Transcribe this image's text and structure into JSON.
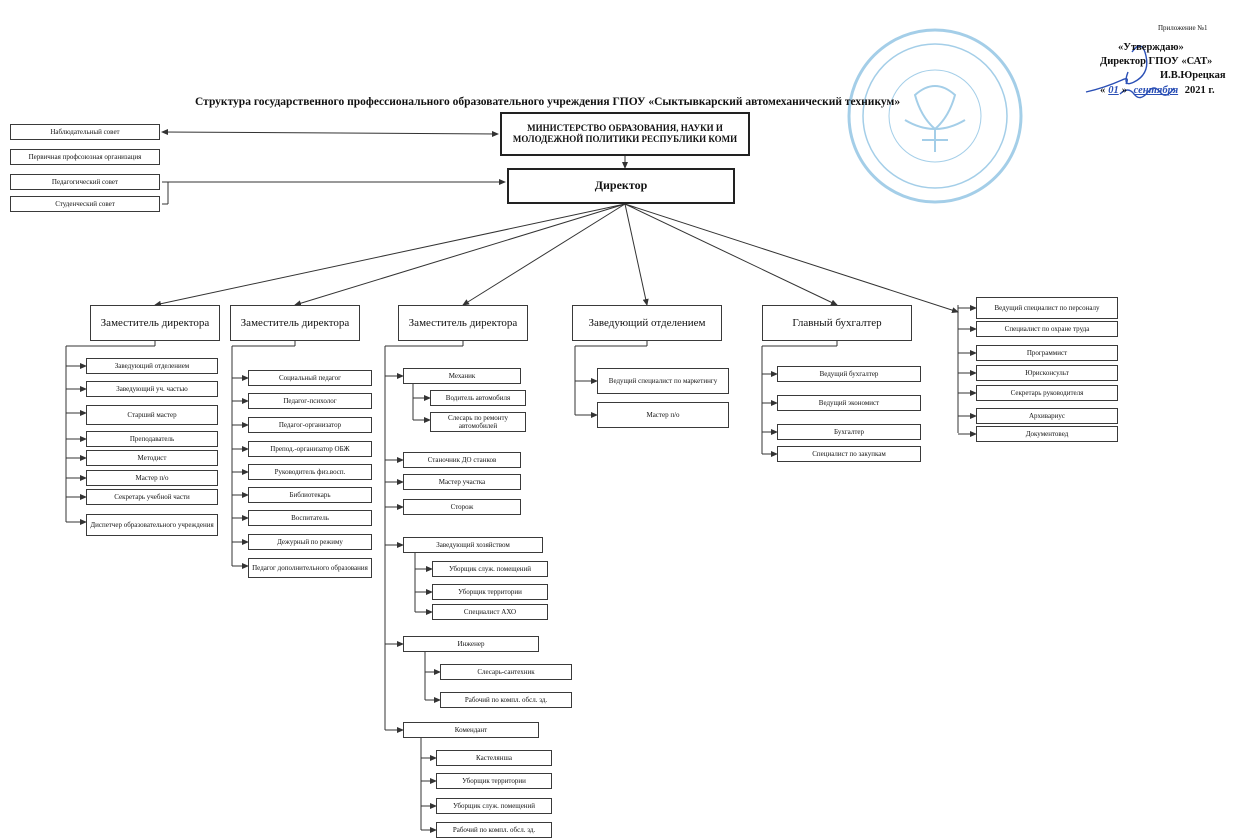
{
  "title": "Структура государственного профессионального образовательного учреждения ГПОУ «Сыктывкарский автомеханический техникум»",
  "approval": {
    "appendix": "Приложение №1",
    "approved": "«Утверждаю»",
    "position": "Директор ГПОУ «САТ»",
    "name": "И.В.Юрецкая",
    "date_quote_open": "«",
    "date_day": "01",
    "date_quote_close": "»",
    "date_month": "сентября",
    "date_year": "2021 г."
  },
  "ministry": "МИНИСТЕРСТВО ОБРАЗОВАНИЯ, НАУКИ И МОЛОДЕЖНОЙ ПОЛИТИКИ РЕСПУБЛИКИ КОМИ",
  "director": "Директор",
  "councils": [
    "Наблюдательный совет",
    "Первичная профсоюзная организация",
    "Педагогический совет",
    "Студенческий совет"
  ],
  "heads": [
    "Заместитель директора",
    "Заместитель директора",
    "Заместитель директора",
    "Заведующий отделением",
    "Главный бухгалтер"
  ],
  "col1": [
    "Заведующий отделением",
    "Заведующий уч. частью",
    "Старший мастер",
    "Преподаватель",
    "Методист",
    "Мастер п/о",
    "Секретарь учебной части",
    "Диспетчер образовательного учреждения"
  ],
  "col2": [
    "Социальный педагог",
    "Педагог-психолог",
    "Педагог-организатор",
    "Препод.-организатор ОБЖ",
    "Руководитель физ.восп.",
    "Библиотекарь",
    "Воспитатель",
    "Дежурный по режиму",
    "Педагог дополнительного образования"
  ],
  "col3": {
    "mechanic": "Механик",
    "mechanic_subs": [
      "Водитель автомобиля",
      "Слесарь по ремонту автомобилей"
    ],
    "direct": [
      "Станочник ДО станков",
      "Мастер участка",
      "Сторож"
    ],
    "housekeeping": "Заведующий хозяйством",
    "housekeeping_subs": [
      "Уборщик служ. помещений",
      "Уборщик территории",
      "Специалист АХО"
    ],
    "engineer": "Инженер",
    "engineer_subs": [
      "Слесарь-сантехник",
      "Рабочий по компл. обсл. зд."
    ],
    "commandant": "Комендант",
    "commandant_subs": [
      "Кастелянша",
      "Уборщик территории",
      "Уборщик служ. помещений",
      "Рабочий по компл. обсл. зд."
    ]
  },
  "col4": [
    "Ведущий специалист по маркетингу",
    "Мастер п/о"
  ],
  "col5": [
    "Ведущий бухгалтер",
    "Ведущий экономист",
    "Бухгалтер",
    "Специалист по закупкам"
  ],
  "col6": [
    "Ведущий специалист по персоналу",
    "Специалист по охране труда",
    "Программист",
    "Юрисконсульт",
    "Секретарь руководителя",
    "Архивариус",
    "Документовед"
  ],
  "colors": {
    "line": "#333333",
    "stamp": "#5aa7d6",
    "signature": "#2a4fb5"
  }
}
